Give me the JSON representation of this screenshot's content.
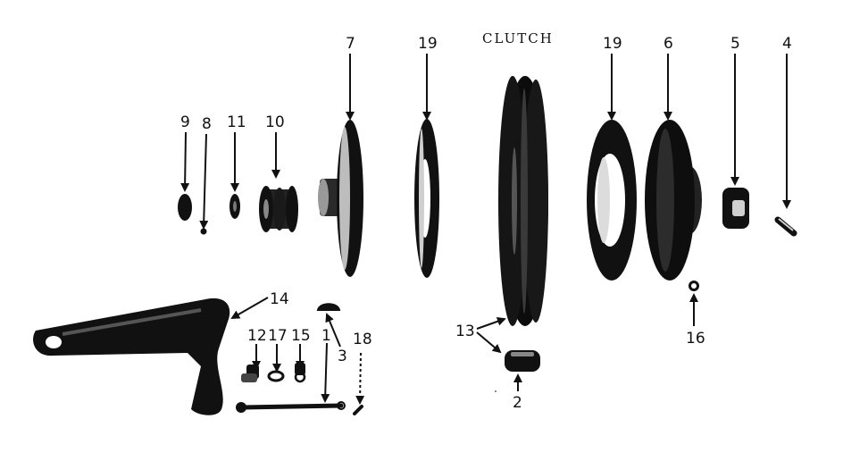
{
  "title": "CLUTCH",
  "labels": {
    "p1": "1",
    "p2": "2",
    "p3": "3",
    "p4": "4",
    "p5": "5",
    "p6": "6",
    "p7": "7",
    "p8": "8",
    "p9": "9",
    "p10": "10",
    "p11": "11",
    "p12": "12",
    "p13": "13",
    "p14": "14",
    "p15": "15",
    "p16": "16",
    "p17": "17",
    "p18": "18",
    "p19a": "19",
    "p19b": "19"
  }
}
